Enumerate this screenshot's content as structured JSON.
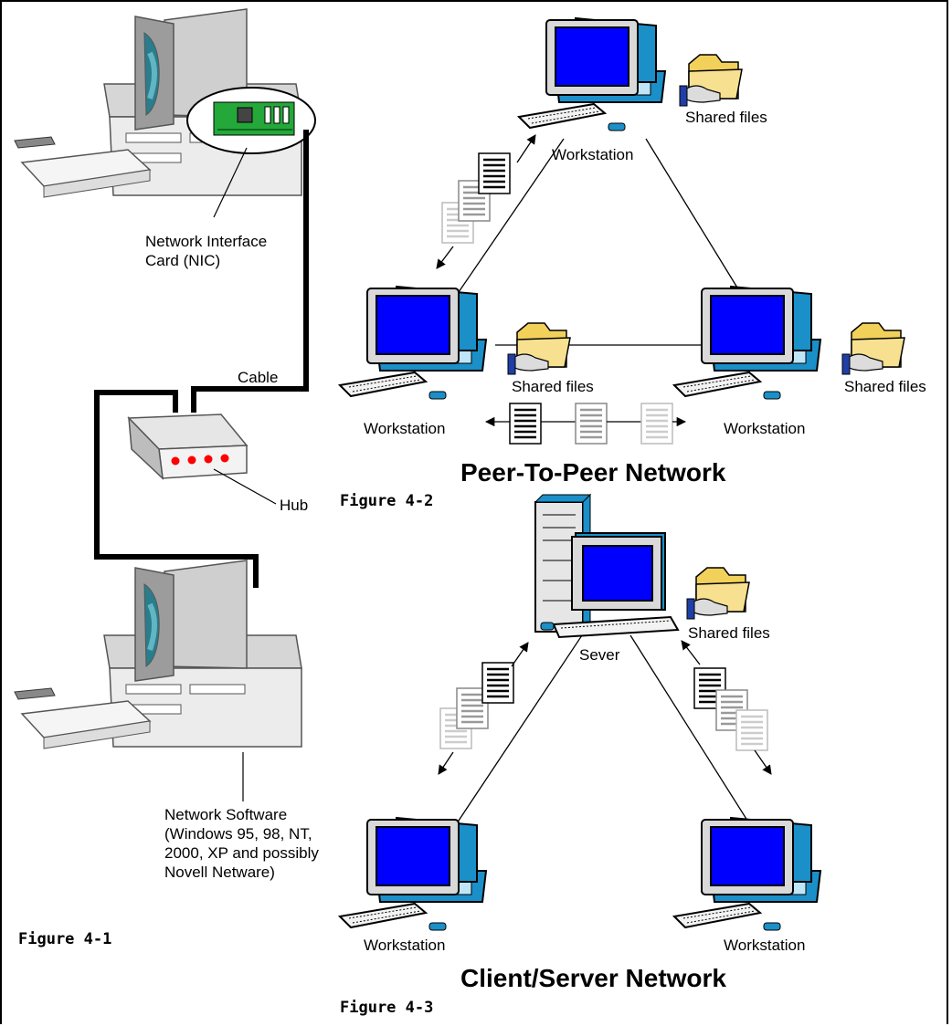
{
  "figure1": {
    "label": "Figure 4-1",
    "nic_label": "Network Interface Card (NIC)",
    "cable_label": "Cable",
    "hub_label": "Hub",
    "software_label": "Network Software (Windows 95, 98, NT, 2000, XP and possibly Novell Netware)"
  },
  "figure2": {
    "label": "Figure 4-2",
    "title": "Peer-To-Peer Network",
    "top_workstation": "Workstation",
    "left_workstation": "Workstation",
    "right_workstation": "Workstation",
    "shared_top": "Shared files",
    "shared_middle": "Shared files",
    "shared_right": "Shared files"
  },
  "figure3": {
    "label": "Figure 4-3",
    "title": "Client/Server Network",
    "server_label": "Sever",
    "shared_server": "Shared files",
    "left_workstation": "Workstation",
    "right_workstation": "Workstation"
  },
  "colors": {
    "screen": "#0000ff",
    "monitor_accent": "#1b8fc8",
    "folder": "#f2d15a",
    "hub_led": "#ff0000",
    "nic_board": "#25a83a"
  }
}
